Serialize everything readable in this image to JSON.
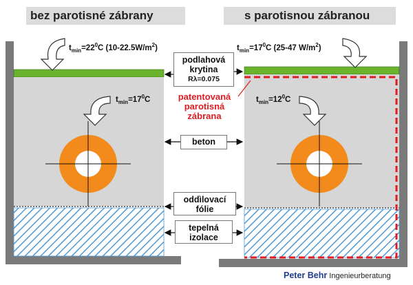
{
  "headers": {
    "left": "bez parotisné zábrany",
    "right": "s parotisnou zábranou"
  },
  "floor_temps": {
    "left": {
      "t": "t",
      "sub": "min",
      "value": "=22",
      "sup": "0",
      "rest": "C (10-22.5W/m",
      "sup2": "2",
      "end": ")"
    },
    "right": {
      "t": "t",
      "sub": "min",
      "value": "=17",
      "sup": "0",
      "rest": "C (25-47 W/m",
      "sup2": "2",
      "end": ")"
    }
  },
  "inner_temps": {
    "left": {
      "t": "t",
      "sub": "min",
      "value": "=17",
      "sup": "0",
      "rest": "C"
    },
    "right": {
      "t": "t",
      "sub": "min",
      "value": "=12",
      "sup": "0",
      "rest": "C"
    }
  },
  "labels": {
    "floor_line1": "podlahová",
    "floor_line2": "krytina",
    "floor_rl": "Rλ=0.075",
    "barrier_line1": "patentovaná",
    "barrier_line2": "parotisná",
    "barrier_line3": "zábrana",
    "beton": "beton",
    "foil_line1": "oddìlovací",
    "foil_line2": "fólie",
    "insulation_line1": "tepelná",
    "insulation_line2": "izolace"
  },
  "logo": {
    "brand": "Peter Behr",
    "sub": "Ingenieurberatung"
  },
  "colors": {
    "floor_cover": "#6ab42d",
    "pipe": "#f28a1c",
    "concrete": "#d6d6d6",
    "insulation_hatch": "#4e9ad6",
    "barrier": "#e01b22",
    "wall": "#7a7a7a"
  }
}
